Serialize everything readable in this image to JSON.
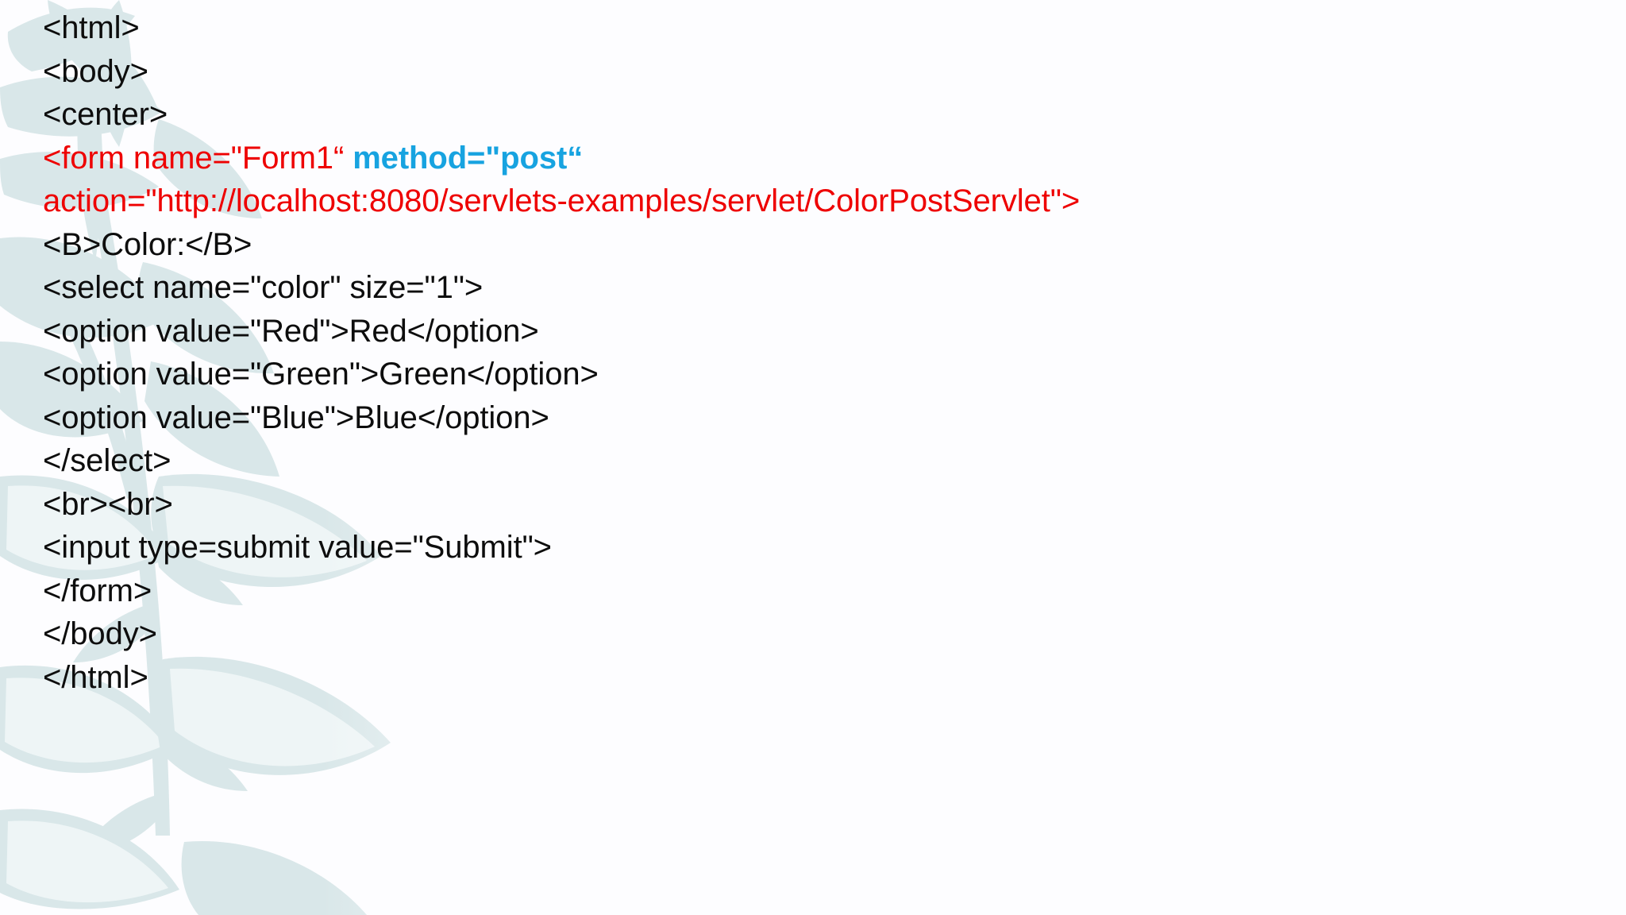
{
  "slide": {
    "background_color": "#fdfdff",
    "watermark": {
      "name": "floral-leaf-watermark",
      "color": "#d7e6e8"
    }
  },
  "code": {
    "default_color": "#0d0d0d",
    "accent_red": "#ee0000",
    "accent_blue": "#17a3e0",
    "lines": [
      {
        "id": "line-1",
        "segments": [
          {
            "text": "<html>",
            "style": "plain"
          }
        ]
      },
      {
        "id": "line-2",
        "segments": [
          {
            "text": "<body>",
            "style": "plain"
          }
        ]
      },
      {
        "id": "line-3",
        "segments": [
          {
            "text": "<center>",
            "style": "plain"
          }
        ]
      },
      {
        "id": "line-4",
        "segments": [
          {
            "text": "<form name=\"Form1“ ",
            "style": "red"
          },
          {
            "text": "method=\"post“",
            "style": "blue"
          }
        ]
      },
      {
        "id": "line-5",
        "segments": [
          {
            "text": "action=\"http://localhost:8080/servlets-examples/servlet/ColorPostServlet\">",
            "style": "red"
          }
        ]
      },
      {
        "id": "line-6",
        "segments": [
          {
            "text": "<B>Color:</B>",
            "style": "plain"
          }
        ]
      },
      {
        "id": "line-7",
        "segments": [
          {
            "text": "<select name=\"color\" size=\"1\">",
            "style": "plain"
          }
        ]
      },
      {
        "id": "line-8",
        "segments": [
          {
            "text": "<option value=\"Red\">Red</option>",
            "style": "plain"
          }
        ]
      },
      {
        "id": "line-9",
        "segments": [
          {
            "text": "<option value=\"Green\">Green</option>",
            "style": "plain"
          }
        ]
      },
      {
        "id": "line-10",
        "segments": [
          {
            "text": "<option value=\"Blue\">Blue</option>",
            "style": "plain"
          }
        ]
      },
      {
        "id": "line-11",
        "segments": [
          {
            "text": "</select>",
            "style": "plain"
          }
        ]
      },
      {
        "id": "line-12",
        "segments": [
          {
            "text": "<br><br>",
            "style": "plain"
          }
        ]
      },
      {
        "id": "line-13",
        "segments": [
          {
            "text": "<input type=submit value=\"Submit\">",
            "style": "plain"
          }
        ]
      },
      {
        "id": "line-14",
        "segments": [
          {
            "text": "</form>",
            "style": "plain"
          }
        ]
      },
      {
        "id": "line-15",
        "segments": [
          {
            "text": "</body>",
            "style": "plain"
          }
        ]
      },
      {
        "id": "line-16",
        "segments": [
          {
            "text": "</html>",
            "style": "plain"
          }
        ]
      }
    ]
  }
}
